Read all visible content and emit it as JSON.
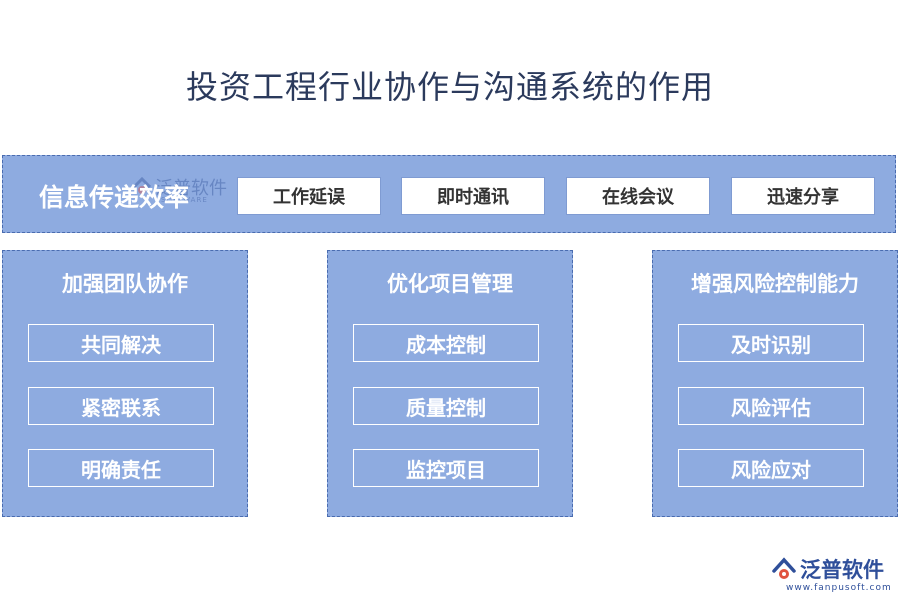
{
  "title": "投资工程行业协作与沟通系统的作用",
  "info_band": {
    "label": "信息传递效率",
    "watermark": "泛普软件",
    "watermark_sub": "SOFTWARE",
    "items": [
      "工作延误",
      "即时通讯",
      "在线会议",
      "迅速分享"
    ]
  },
  "columns": [
    {
      "title": "加强团队协作",
      "items": [
        "共同解决",
        "紧密联系",
        "明确责任"
      ]
    },
    {
      "title": "优化项目管理",
      "items": [
        "成本控制",
        "质量控制",
        "监控项目"
      ]
    },
    {
      "title": "增强风险控制能力",
      "items": [
        "及时识别",
        "风险评估",
        "风险应对"
      ]
    }
  ],
  "brand": {
    "name": "泛普软件",
    "url": "www.fanpusoft.com"
  },
  "colors": {
    "panel": "#8eabe0",
    "panel_border": "#4a6cb0",
    "title": "#2b3a5c",
    "brand": "#2f4f9a"
  }
}
